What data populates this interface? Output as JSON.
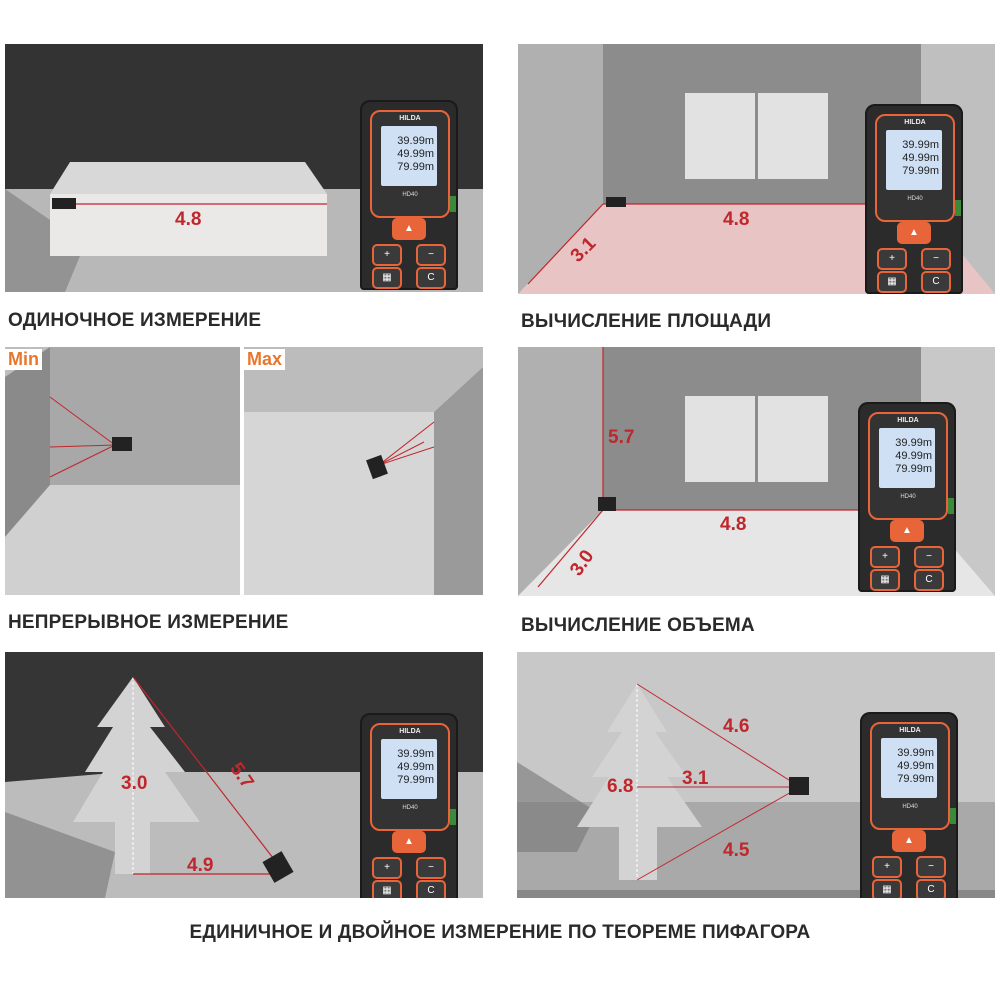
{
  "device": {
    "brand": "HILDA",
    "model": "HD40",
    "readings": [
      "39.99m",
      "49.99m",
      "79.99m"
    ],
    "buttons": [
      "▲",
      "+",
      "−",
      "▦",
      "C"
    ]
  },
  "panels": {
    "single": {
      "caption": "ОДИНОЧНОЕ ИЗМЕРЕНИЕ",
      "measure": "4.8"
    },
    "area": {
      "caption": "ВЫЧИСЛЕНИЕ ПЛОЩАДИ",
      "length": "4.8",
      "width": "3.1"
    },
    "continuous": {
      "caption": "НЕПРЕРЫВНОЕ ИЗМЕРЕНИЕ",
      "min_label": "Min",
      "max_label": "Max"
    },
    "volume": {
      "caption": "ВЫЧИСЛЕНИЕ ОБЪЕМА",
      "height": "5.7",
      "length": "4.8",
      "width": "3.0"
    },
    "pythagoras_single": {
      "height": "3.0",
      "hypotenuse": "5.7",
      "base": "4.9"
    },
    "pythagoras_double": {
      "upper": "4.6",
      "middle": "3.1",
      "lower": "4.5",
      "total": "6.8"
    }
  },
  "bottom_caption": "ЕДИНИЧНОЕ И ДВОЙНОЕ ИЗМЕРЕНИЕ ПО ТЕОРЕМЕ ПИФАГОРА",
  "colors": {
    "laser": "#c0272d",
    "accent": "#e8653a"
  }
}
